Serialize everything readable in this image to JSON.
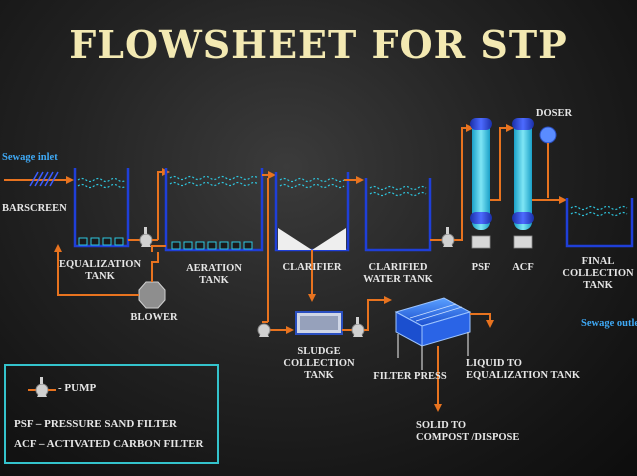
{
  "title": "FLOWSHEET FOR STP",
  "labels": {
    "sewage_inlet": "Sewage inlet",
    "barscreen": "BARSCREEN",
    "equalization_1": "EQUALIZATION",
    "equalization_2": "TANK",
    "aeration_1": "AERATION",
    "aeration_2": "TANK",
    "blower": "BLOWER",
    "clarifier": "CLARIFIER",
    "clarified_1": "CLARIFIED",
    "clarified_2": "WATER TANK",
    "psf": "PSF",
    "acf": "ACF",
    "doser": "DOSER",
    "final_1": "FINAL",
    "final_2": "COLLECTION",
    "final_3": "TANK",
    "sewage_outlet": "Sewage outlet",
    "sludge_1": "SLUDGE",
    "sludge_2": "COLLECTION",
    "sludge_3": "TANK",
    "filter_press": "FILTER PRESS",
    "liquid_1": "LIQUID TO",
    "liquid_2": "EQUALIZATION TANK",
    "solid_1": "SOLID TO",
    "solid_2": "COMPOST /DISPOSE"
  },
  "legend": {
    "pump": "- PUMP",
    "psf": "PSF – PRESSURE SAND FILTER",
    "acf": "ACF – ACTIVATED CARBON FILTER"
  },
  "colors": {
    "title": "#f3e9b2",
    "pipe": "#e8731f",
    "tank": "#1f3fd8",
    "water": "#2ec7e0",
    "legend_border": "#34c3cc",
    "outlet_text": "#3fa9f5"
  }
}
